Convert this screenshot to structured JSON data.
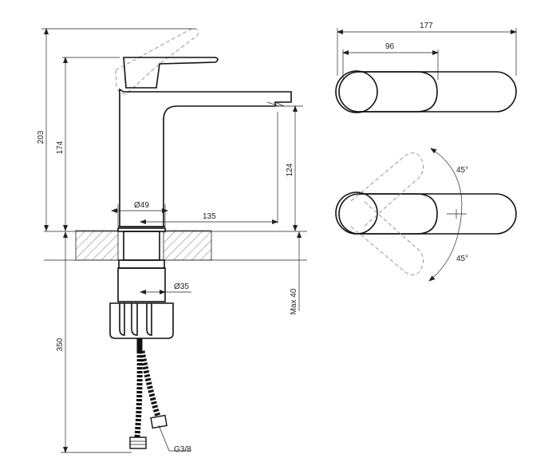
{
  "dimensions": {
    "total_height": "203",
    "spout_height": "174",
    "outlet_height": "124",
    "base_diameter": "Ø49",
    "spout_reach": "135",
    "shank_diameter": "Ø35",
    "hose_length": "350",
    "max_thickness": "Max 40",
    "connection": "G3/8",
    "top_width": "177",
    "lever_length": "96",
    "angle_upper": "45°",
    "angle_lower": "45°"
  }
}
